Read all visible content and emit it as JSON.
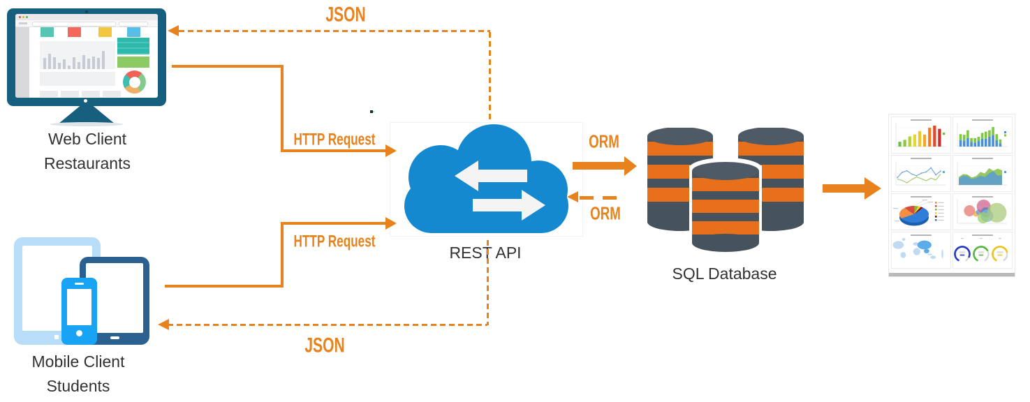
{
  "nodes": {
    "web_client": {
      "line1": "Web Client",
      "line2": "Restaurants"
    },
    "mobile_client": {
      "line1": "Mobile Client",
      "line2": "Students"
    },
    "rest_api": {
      "label": "REST API"
    },
    "sql_database": {
      "label": "SQL Database"
    }
  },
  "edges": {
    "json_response_web": {
      "label": "JSON",
      "style": "dashed",
      "direction": "cloud-to-web-client"
    },
    "http_request_web": {
      "label": "HTTP Request",
      "style": "solid",
      "direction": "web-client-to-cloud"
    },
    "http_request_mobile": {
      "label": "HTTP Request",
      "style": "solid",
      "direction": "mobile-client-to-cloud"
    },
    "json_response_mobile": {
      "label": "JSON",
      "style": "dashed",
      "direction": "cloud-to-mobile-client"
    },
    "orm_request": {
      "label": "ORM",
      "style": "solid",
      "direction": "cloud-to-database"
    },
    "orm_response": {
      "label": "ORM",
      "style": "dashed",
      "direction": "database-to-cloud"
    },
    "db_to_dashboard": {
      "label": "",
      "style": "solid-thick",
      "direction": "database-to-reports"
    }
  },
  "colors": {
    "accent_orange": "#e8821c",
    "cloud_blue": "#1489cf",
    "monitor_bezel": "#175f7f",
    "db_slate": "#46525c",
    "db_slate_top": "#4e5b66",
    "db_orange": "#e8701b",
    "tablet_light": "#b7ddf8",
    "tablet_dark": "#2a6191",
    "phone_blue": "#18a3f5",
    "label_text": "#313131"
  },
  "monitor_screen": {
    "browser_dots": [
      "#e05252",
      "#ddb33c",
      "#48b865"
    ],
    "tile_colors": [
      "#57c5b3",
      "#f4685c",
      "#f2c73d",
      "#59bde8"
    ],
    "bar_heights": [
      45,
      60,
      48,
      25,
      40,
      15,
      48,
      28,
      55,
      42,
      50,
      45,
      72
    ],
    "widget_teal": "#2fb9ac",
    "widget_green": "#8ccb63",
    "donut": {
      "segments": [
        [
          "#ef6355",
          25
        ],
        [
          "#84c98f",
          30
        ],
        [
          "#eeb066",
          25
        ],
        [
          "#3fbdb0",
          20
        ]
      ]
    }
  },
  "dashboard": {
    "map_light": "#bdd9f0",
    "map_dark": "#55a6e8",
    "charts": [
      {
        "type": "bar",
        "values": [
          18,
          25,
          38,
          45,
          58,
          44,
          70,
          78,
          66
        ],
        "colors": [
          "#70bf44",
          "#8fc73e",
          "#b5d336",
          "#e4d92e",
          "#f2c52a",
          "#f5a623",
          "#ef7c1e",
          "#e1492c",
          "#c9302c"
        ],
        "legend": [
          "#70bf44"
        ]
      },
      {
        "type": "stacked_bar",
        "series": [
          {
            "color": "#4a90d9",
            "values": [
              10,
              9,
              13,
              7,
              6,
              9,
              12,
              12,
              15,
              18,
              10,
              5
            ]
          },
          {
            "color": "#7cc93f",
            "values": [
              9,
              9,
              12,
              6,
              7,
              6,
              9,
              11,
              10,
              12,
              9,
              6
            ]
          }
        ]
      },
      {
        "type": "line",
        "series": [
          {
            "color": "#6aa3d8",
            "values": [
              35,
              60,
              68,
              52,
              44,
              56,
              62,
              82,
              48,
              66
            ]
          },
          {
            "color": "#a3c76b",
            "values": [
              28,
              22,
              10,
              26,
              38,
              30,
              20,
              32,
              24,
              52
            ]
          }
        ]
      },
      {
        "type": "area",
        "series": [
          {
            "color": "#8cc152",
            "values": [
              38,
              52,
              50,
              36,
              42,
              62,
              55,
              80,
              68,
              78,
              70
            ]
          },
          {
            "color": "#5b9bd5",
            "values": [
              30,
              45,
              42,
              28,
              34,
              44,
              38,
              56,
              66,
              44,
              48
            ]
          }
        ]
      },
      {
        "type": "pie3d",
        "slices": [
          {
            "color": "#f28f43",
            "value": 22
          },
          {
            "color": "#d64b3e",
            "value": 12
          },
          {
            "color": "#8bbc21",
            "value": 4
          },
          {
            "color": "#f7d038",
            "value": 3
          },
          {
            "color": "#910000",
            "value": 3
          },
          {
            "color": "#2f7ed8",
            "value": 56
          }
        ]
      },
      {
        "type": "bubble",
        "bubbles": [
          [
            0.3,
            0.45,
            8,
            "#e57368"
          ],
          [
            0.42,
            0.56,
            4,
            "#f0a13c"
          ],
          [
            0.47,
            0.5,
            4,
            "#5b9bd5"
          ],
          [
            0.56,
            0.3,
            10,
            "#cf5b8c"
          ],
          [
            0.6,
            0.5,
            7,
            "#4a7fc1"
          ],
          [
            0.62,
            0.63,
            9,
            "#74b9e8"
          ],
          [
            0.55,
            0.7,
            8,
            "#9ccc65"
          ],
          [
            0.8,
            0.52,
            14,
            "#a8c878"
          ]
        ]
      },
      {
        "type": "map",
        "blobs": [
          [
            0.12,
            0.3,
            0.1,
            0.14,
            "l"
          ],
          [
            0.22,
            0.1,
            0.03,
            0.05,
            "l"
          ],
          [
            0.21,
            0.66,
            0.05,
            0.11,
            "l"
          ],
          [
            0.44,
            0.26,
            0.05,
            0.06,
            "l"
          ],
          [
            0.46,
            0.54,
            0.065,
            0.13,
            "l"
          ],
          [
            0.6,
            0.3,
            0.13,
            0.16,
            "d"
          ],
          [
            0.64,
            0.52,
            0.05,
            0.08,
            "d"
          ],
          [
            0.7,
            0.64,
            0.04,
            0.03,
            "l"
          ],
          [
            0.76,
            0.74,
            0.05,
            0.06,
            "l"
          ],
          [
            0.93,
            0.62,
            0.017,
            0.16,
            "l"
          ]
        ]
      },
      {
        "type": "gauges",
        "gauges": [
          {
            "color": "#2438c8",
            "frac": 0.88
          },
          {
            "color": "#52b83c",
            "frac": 0.7
          },
          {
            "color": "#ecc320",
            "frac": 0.75
          }
        ]
      }
    ]
  }
}
